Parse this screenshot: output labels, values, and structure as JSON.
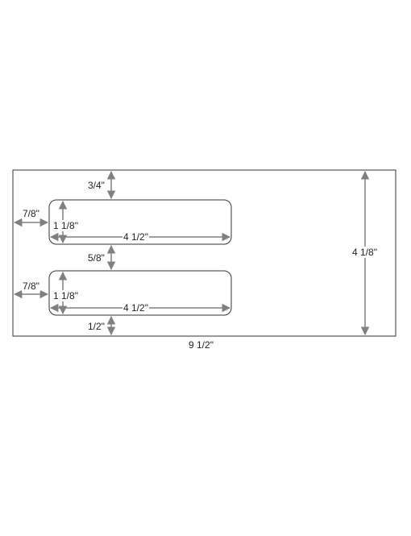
{
  "envelope": {
    "width_label": "9 1/2\"",
    "height_label": "4 1/8\""
  },
  "window_top": {
    "top_margin_label": "3/4\"",
    "left_margin_label": "7/8\"",
    "height_label": "1 1/8\"",
    "width_label": "4 1/2\""
  },
  "window_gap_label": "5/8\"",
  "window_bottom": {
    "left_margin_label": "7/8\"",
    "height_label": "1 1/8\"",
    "width_label": "4 1/2\"",
    "bottom_margin_label": "1/2\""
  },
  "colors": {
    "outline": "#333333",
    "arrow": "#808080",
    "text": "#222222"
  }
}
